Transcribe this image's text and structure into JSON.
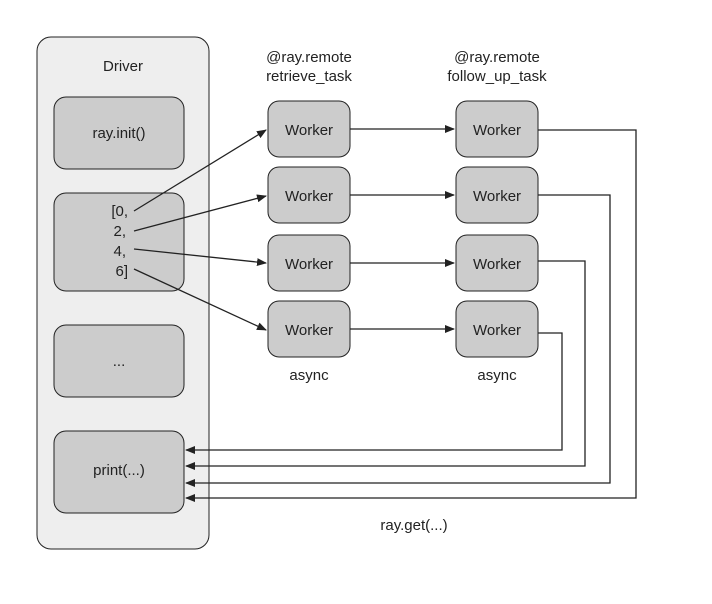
{
  "driver": {
    "title": "Driver",
    "init_label": "ray.init()",
    "list_lines": [
      "[0,",
      "2,",
      "4,",
      "6]"
    ],
    "ellipsis_label": "...",
    "print_label": "print(...)"
  },
  "columns": [
    {
      "decorator": "@ray.remote",
      "task_name": "retrieve_task",
      "footer": "async"
    },
    {
      "decorator": "@ray.remote",
      "task_name": "follow_up_task",
      "footer": "async"
    }
  ],
  "workers": [
    {
      "label": "Worker"
    },
    {
      "label": "Worker"
    },
    {
      "label": "Worker"
    },
    {
      "label": "Worker"
    },
    {
      "label": "Worker"
    },
    {
      "label": "Worker"
    },
    {
      "label": "Worker"
    },
    {
      "label": "Worker"
    }
  ],
  "get_label": "ray.get(...)",
  "colors": {
    "driver_panel_fill": "#eeeeee",
    "box_fill": "#cccccc",
    "stroke": "#222222"
  }
}
